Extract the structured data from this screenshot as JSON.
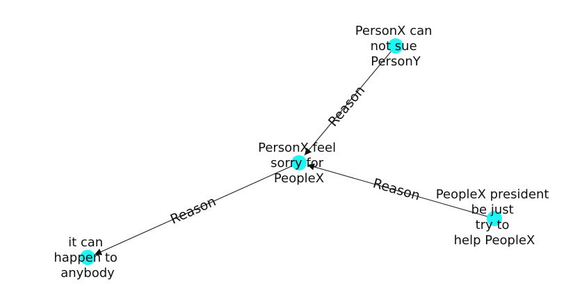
{
  "graph": {
    "node_color": "#1ff5f5",
    "edge_color": "#111111",
    "nodes": [
      {
        "id": "n1",
        "label": "PersonX can not sue PersonY",
        "lines": [
          "PersonX can",
          "not sue",
          "PersonY"
        ]
      },
      {
        "id": "n2",
        "label": "PersonX feel sorry for PeopleX",
        "lines": [
          "PersonX feel",
          "sorry for",
          "PeopleX"
        ]
      },
      {
        "id": "n3",
        "label": "PeopleX president be just try to help PeopleX",
        "lines": [
          "PeopleX president",
          "be just",
          "try to",
          "help PeopleX"
        ]
      },
      {
        "id": "n4",
        "label": "it can happen to anybody",
        "lines": [
          "it can",
          "happen to",
          "anybody"
        ]
      }
    ],
    "edges": [
      {
        "from": "n1",
        "to": "n2",
        "label": "Reason"
      },
      {
        "from": "n3",
        "to": "n2",
        "label": "Reason"
      },
      {
        "from": "n2",
        "to": "n4",
        "label": "Reason"
      }
    ]
  }
}
